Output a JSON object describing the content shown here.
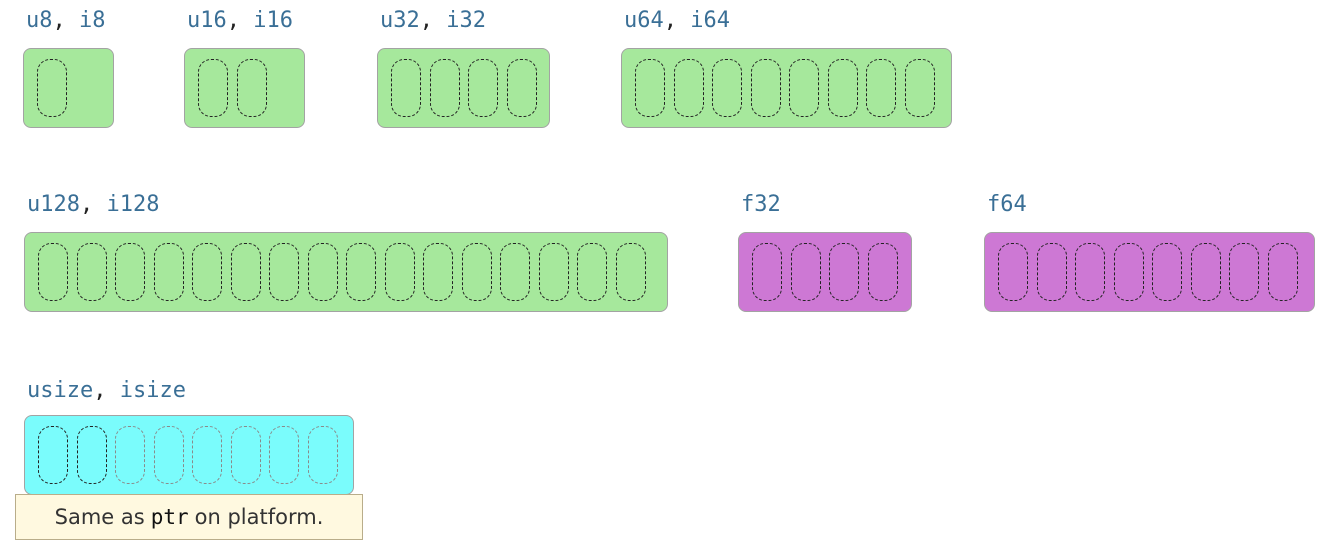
{
  "types": [
    {
      "id": "u8",
      "names": [
        "u8",
        "i8"
      ],
      "bytes": 1,
      "color": "#a6e89c",
      "faded": 0
    },
    {
      "id": "u16",
      "names": [
        "u16",
        "i16"
      ],
      "bytes": 2,
      "color": "#a6e89c",
      "faded": 0
    },
    {
      "id": "u32",
      "names": [
        "u32",
        "i32"
      ],
      "bytes": 4,
      "color": "#a6e89c",
      "faded": 0
    },
    {
      "id": "u64",
      "names": [
        "u64",
        "i64"
      ],
      "bytes": 8,
      "color": "#a6e89c",
      "faded": 0
    },
    {
      "id": "u128",
      "names": [
        "u128",
        "i128"
      ],
      "bytes": 16,
      "color": "#a6e89c",
      "faded": 0
    },
    {
      "id": "f32",
      "names": [
        "f32"
      ],
      "bytes": 4,
      "color": "#cd78d4",
      "faded": 0
    },
    {
      "id": "f64",
      "names": [
        "f64"
      ],
      "bytes": 8,
      "color": "#cd78d4",
      "faded": 0
    },
    {
      "id": "usize",
      "names": [
        "usize",
        "isize"
      ],
      "bytes": 8,
      "color": "#7afcfc",
      "faded": 6
    }
  ],
  "note": {
    "prefix": "Same as",
    "code": "ptr",
    "suffix": "on platform."
  }
}
